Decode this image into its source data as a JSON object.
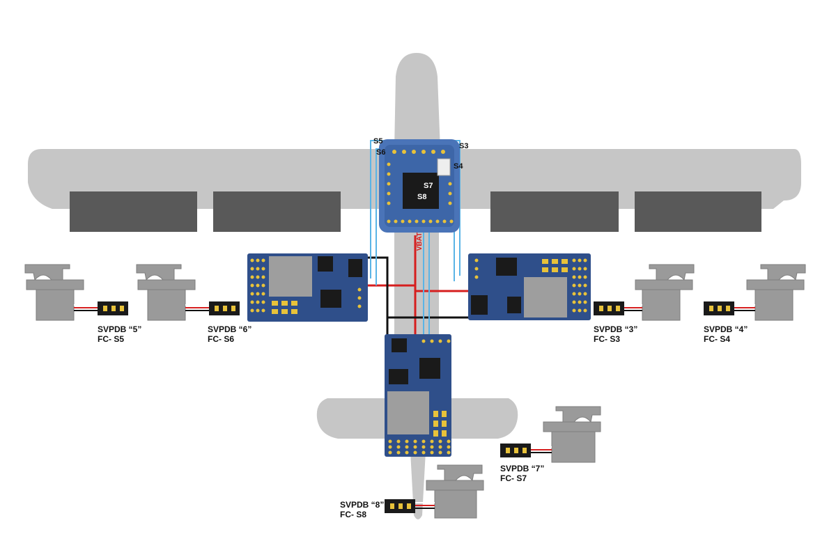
{
  "fc_pin_labels": {
    "s5": "S5",
    "s6": "S6",
    "s3": "S3",
    "s4": "S4",
    "s7": "S7",
    "s8": "S8"
  },
  "power_label": "VBAT",
  "servos": [
    {
      "id": "5",
      "line1": "SVPDB “5”",
      "line2": "FC- S5"
    },
    {
      "id": "6",
      "line1": "SVPDB “6”",
      "line2": "FC- S6"
    },
    {
      "id": "3",
      "line1": "SVPDB “3”",
      "line2": "FC- S3"
    },
    {
      "id": "4",
      "line1": "SVPDB “4”",
      "line2": "FC- S4"
    },
    {
      "id": "7",
      "line1": "SVPDB “7”",
      "line2": "FC- S7"
    },
    {
      "id": "8",
      "line1": "SVPDB “8”",
      "line2": "FC- S8"
    }
  ],
  "colors": {
    "airframe": "#c6c6c6",
    "control_surface": "#595959",
    "board": "#2f4f8a",
    "board_light": "#4a74b8",
    "signal_wire": "#5ab4e6",
    "power_wire": "#d61e1e",
    "ground_wire": "#111111",
    "servo": "#9a9a9a",
    "servo_dark": "#7e7e7e",
    "connector": "#1a1a1a",
    "pin_gold": "#e8c23a"
  }
}
